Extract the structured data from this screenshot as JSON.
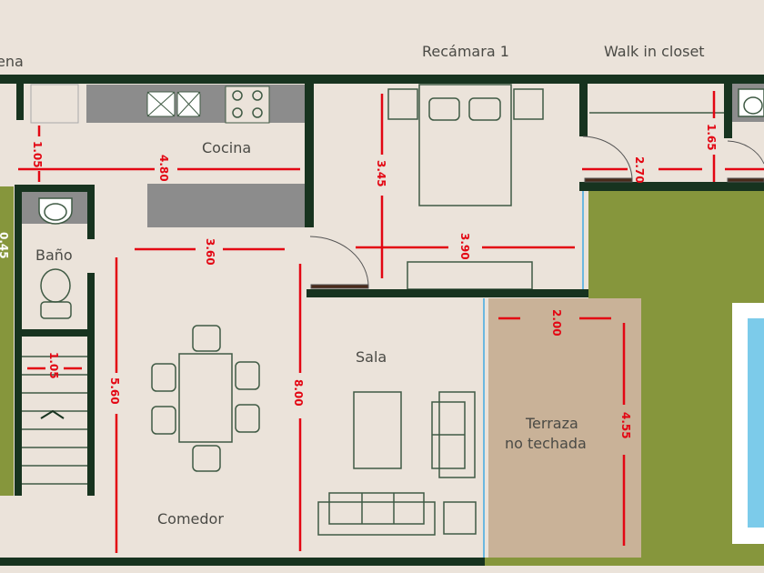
{
  "rooms": {
    "alacena": "ena",
    "recamara": "Recámara  1",
    "closet": "Walk in closet",
    "cocina": "Cocina",
    "bano": "Baño",
    "sala": "Sala",
    "comedor": "Comedor",
    "terraza_1": "Terraza",
    "terraza_2": "no  techada"
  },
  "dimensions": {
    "alacena_depth": "1.05",
    "cocina_width": "4.80",
    "recamara_depth": "3.45",
    "closet_width": "2.70",
    "closet_bath": "1.65",
    "side_strip": "0.45",
    "comedor_width": "3.60",
    "recamara_width": "3.90",
    "terraza_width": "2.00",
    "stairs_width": "1.05",
    "comedor_length": "5.60",
    "sala_length": "8.00",
    "terraza_length": "4.55"
  },
  "colors": {
    "background": "#ebe3da",
    "walls": "#17331f",
    "garden": "#86963c",
    "terrace": "#c9b298",
    "dimension": "#e30613",
    "pool": "#7ccbea"
  }
}
